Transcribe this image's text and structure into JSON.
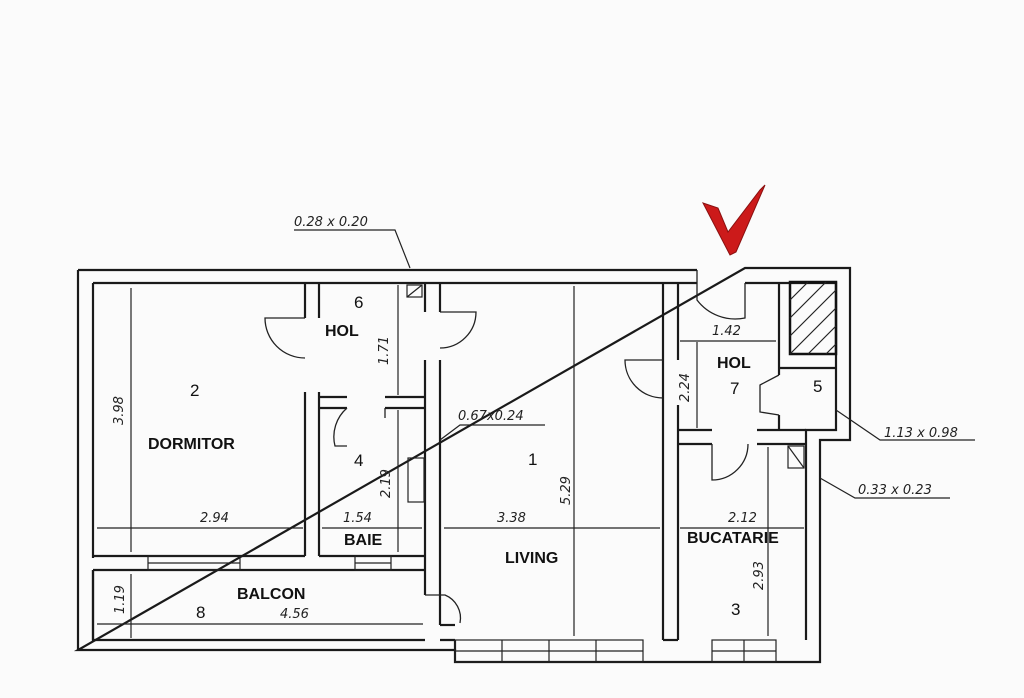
{
  "rooms": {
    "hol6": {
      "number": "6",
      "label": "HOL"
    },
    "dormitor": {
      "number": "2",
      "label": "DORMITOR"
    },
    "baie": {
      "number": "4",
      "label": "BAIE"
    },
    "living": {
      "number": "1",
      "label": "LIVING"
    },
    "hol7": {
      "number": "7",
      "label": "HOL"
    },
    "room5": {
      "number": "5"
    },
    "bucatarie": {
      "number": "3",
      "label": "BUCATARIE"
    },
    "balcon": {
      "number": "8",
      "label": "BALCON"
    }
  },
  "dimensions": {
    "d_028x020": "0.28 x 0.20",
    "d_171": "1.71",
    "d_398": "3.98",
    "d_294": "2.94",
    "d_219": "2.19",
    "d_154": "1.54",
    "d_067x024": "0.67x0.24",
    "d_529": "5.29",
    "d_338": "3.38",
    "d_142": "1.42",
    "d_224": "2.24",
    "d_113x098": "1.13 x 0.98",
    "d_033x023": "0.33 x 0.23",
    "d_212": "2.12",
    "d_293": "2.93",
    "d_119": "1.19",
    "d_456": "4.56"
  },
  "colors": {
    "entrance_marker": "#cc1a1a",
    "walls": "#1a1a1a"
  },
  "icons": {
    "entrance": "checkmark-entrance-icon",
    "shaft": "hatched-shaft-icon"
  }
}
